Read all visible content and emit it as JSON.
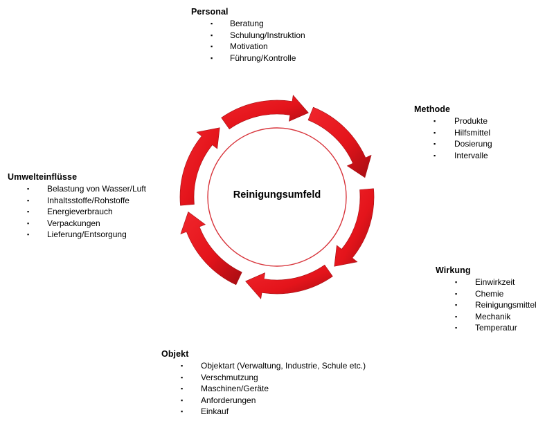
{
  "center": {
    "label": "Reinigungsumfeld"
  },
  "colors": {
    "arrow": "#e4141b",
    "arrow_dark": "#a50d12",
    "circle": "#d8353c",
    "text": "#000000"
  },
  "categories": [
    {
      "key": "personal",
      "title": "Personal",
      "items": [
        "Beratung",
        "Schulung/Instruktion",
        "Motivation",
        "Führung/Kontrolle"
      ]
    },
    {
      "key": "methode",
      "title": "Methode",
      "items": [
        "Produkte",
        "Hilfsmittel",
        "Dosierung",
        "Intervalle"
      ]
    },
    {
      "key": "wirkung",
      "title": "Wirkung",
      "items": [
        "Einwirkzeit",
        "Chemie",
        "Reinigungsmittel",
        "Mechanik",
        "Temperatur"
      ]
    },
    {
      "key": "objekt",
      "title": "Objekt",
      "items": [
        "Objektart (Verwaltung, Industrie, Schule etc.)",
        "Verschmutzung",
        "Maschinen/Geräte",
        "Anforderungen",
        "Einkauf"
      ]
    },
    {
      "key": "umwelt",
      "title": "Umwelteinflüsse",
      "items": [
        "Belastung von Wasser/Luft",
        "Inhaltsstoffe/Rohstoffe",
        "Energieverbrauch",
        "Verpackungen",
        "Lieferung/Entsorgung"
      ]
    }
  ],
  "bullet_symbol": "▪"
}
